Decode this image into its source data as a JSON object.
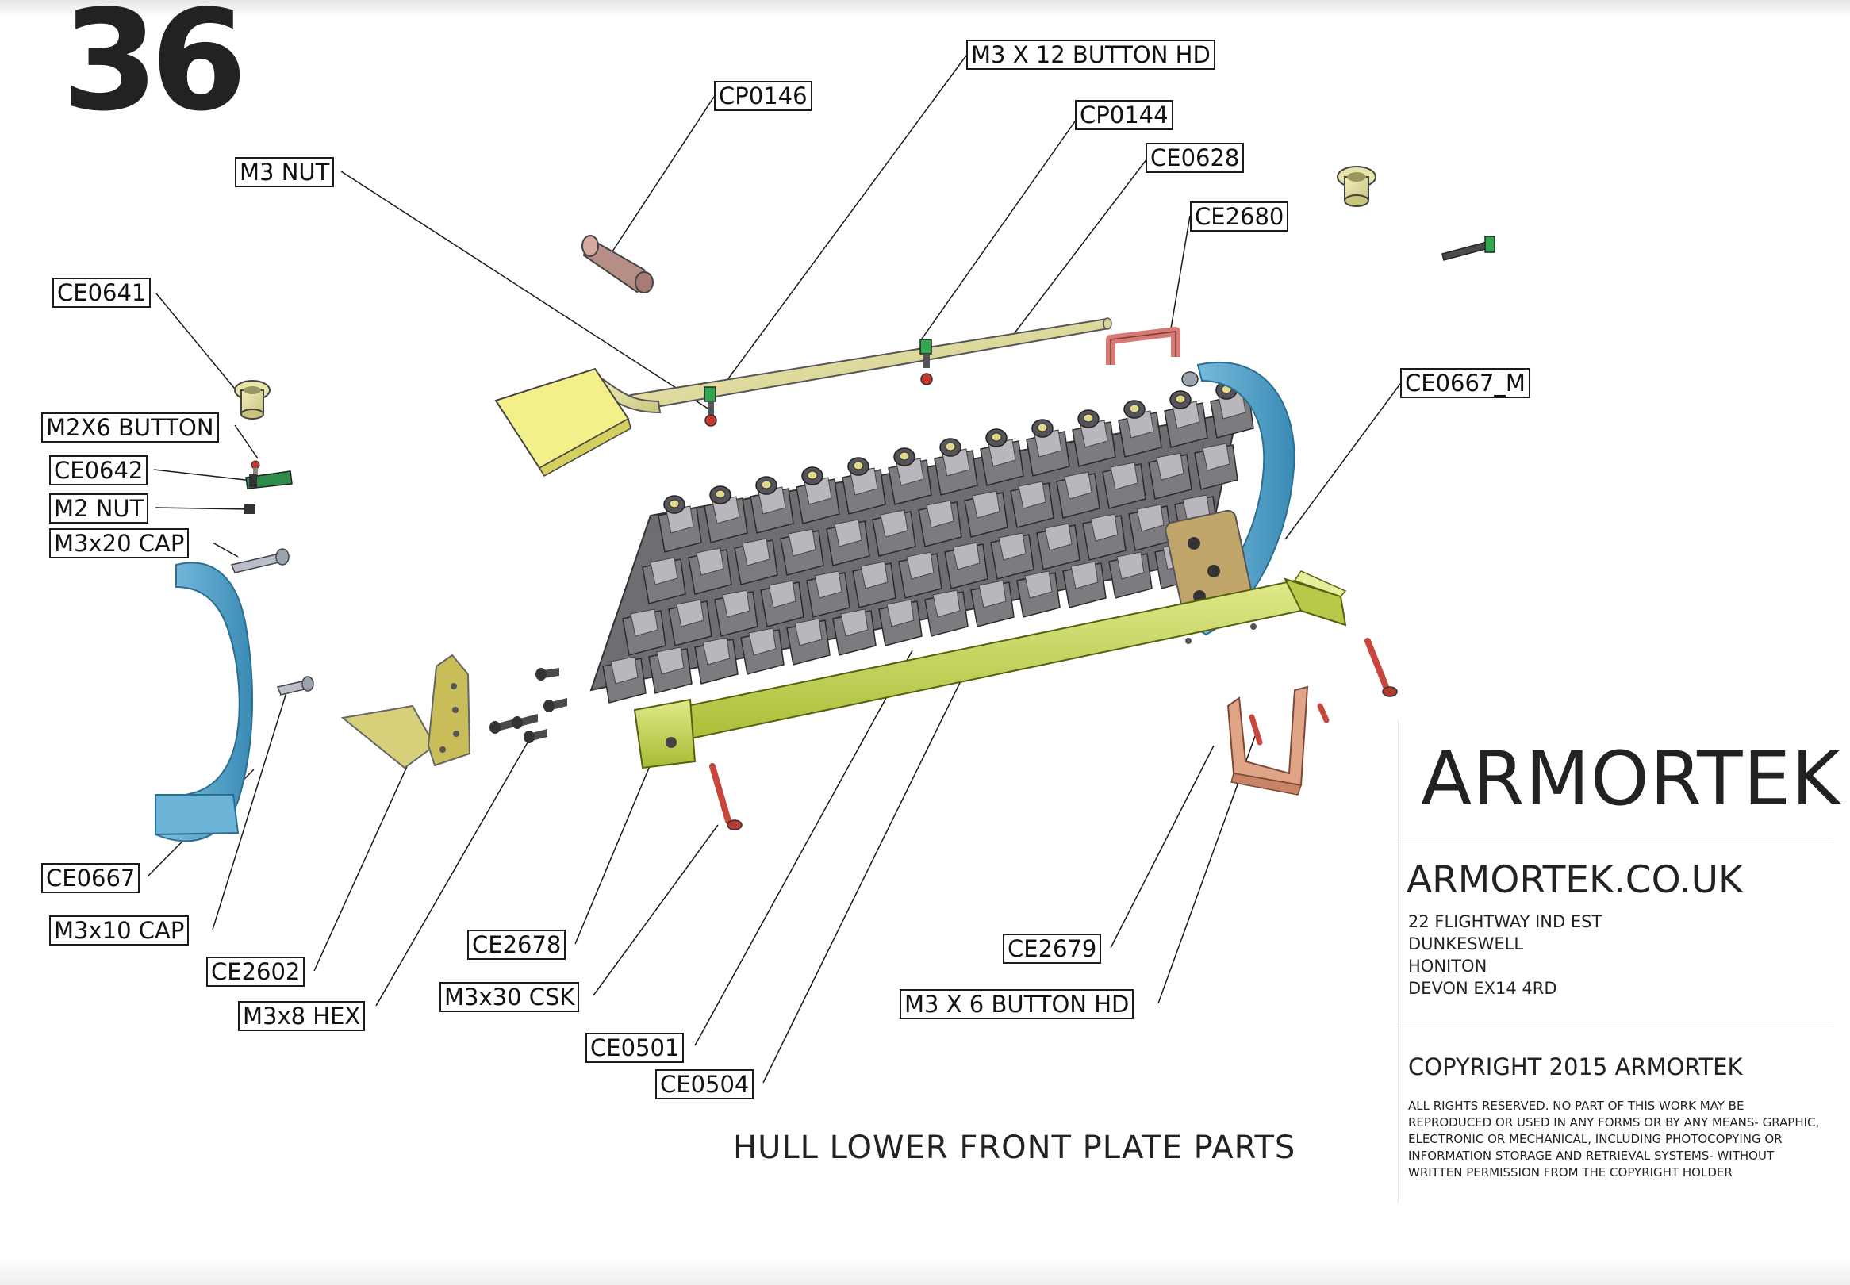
{
  "page_number": "36",
  "callouts": {
    "m3x12_button_hd": "M3 X 12 BUTTON HD",
    "cp0146": "CP0146",
    "cp0144": "CP0144",
    "m3_nut": "M3 NUT",
    "ce0628": "CE0628",
    "ce2680": "CE2680",
    "ce0641": "CE0641",
    "ce0667_m": "CE0667_M",
    "m2x6_button": "M2X6 BUTTON",
    "ce0642": "CE0642",
    "m2_nut": "M2 NUT",
    "m3x20_cap": "M3x20 CAP",
    "ce0667": "CE0667",
    "m3x10_cap": "M3x10 CAP",
    "ce2602": "CE2602",
    "m3x8_hex": "M3x8 HEX",
    "ce2678": "CE2678",
    "m3x30_csk": "M3x30 CSK",
    "ce0501": "CE0501",
    "ce0504": "CE0504",
    "ce2679": "CE2679",
    "m3x6_button_hd": "M3 X 6 BUTTON HD"
  },
  "title": "HULL LOWER FRONT PLATE PARTS",
  "brand": {
    "name": "ARMORTEK",
    "website": "ARMORTEK.CO.UK",
    "address": [
      "22 FLIGHTWAY IND EST",
      "DUNKESWELL",
      "HONITON",
      "DEVON EX14 4RD"
    ],
    "copyright": "COPYRIGHT 2015 ARMORTEK",
    "rights": "ALL RIGHTS RESERVED. NO PART OF THIS WORK MAY BE REPRODUCED OR USED IN ANY FORMS OR BY ANY MEANS- GRAPHIC, ELECTRONIC OR MECHANICAL, INCLUDING PHOTOCOPYING OR INFORMATION STORAGE AND RETRIEVAL SYSTEMS- WITHOUT WRITTEN PERMISSION FROM THE COPYRIGHT HOLDER"
  },
  "colors": {
    "track_grey": "#7d7b80",
    "track_light": "#b9b7bd",
    "bracket_blue": "#4d9fc7",
    "frame_green": "#c2d24a",
    "shovel_yellow": "#f3ef8a",
    "tan": "#e0dd9c",
    "handle_red": "#d77a73",
    "plate_orange": "#e0a487",
    "hex_dark": "#4a4a4e"
  }
}
